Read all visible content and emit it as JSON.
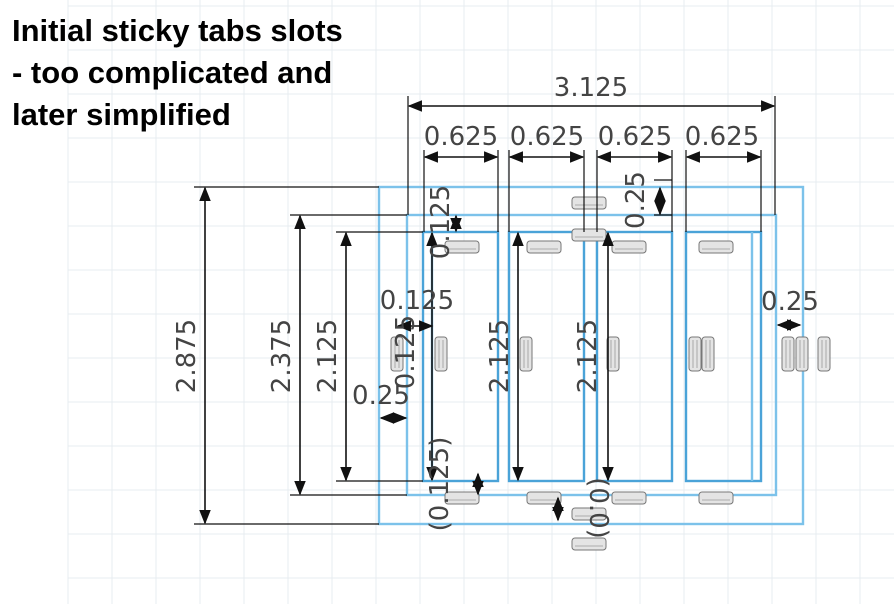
{
  "caption": {
    "line1": "Initial sticky tabs slots",
    "line2": "- too complicated and",
    "line3": "later simplified"
  },
  "dimensions": {
    "overall_width": "3.125",
    "column_width": "0.625",
    "top_gap": "0.25",
    "top_small": "0.125",
    "left_small": "0.125",
    "left_small_b": "0.125",
    "left_gap": "0.25",
    "right_gap": "0.25",
    "bottom_small": "(0.125)",
    "bottom_mid": "(0.0)",
    "height_outer": "2.875",
    "height_mid": "2.375",
    "height_inner": "2.125",
    "column_height": "2.125"
  },
  "colors": {
    "grid": "#e7ecf0",
    "slot": "#7cc2ea",
    "dimension": "#111111"
  }
}
